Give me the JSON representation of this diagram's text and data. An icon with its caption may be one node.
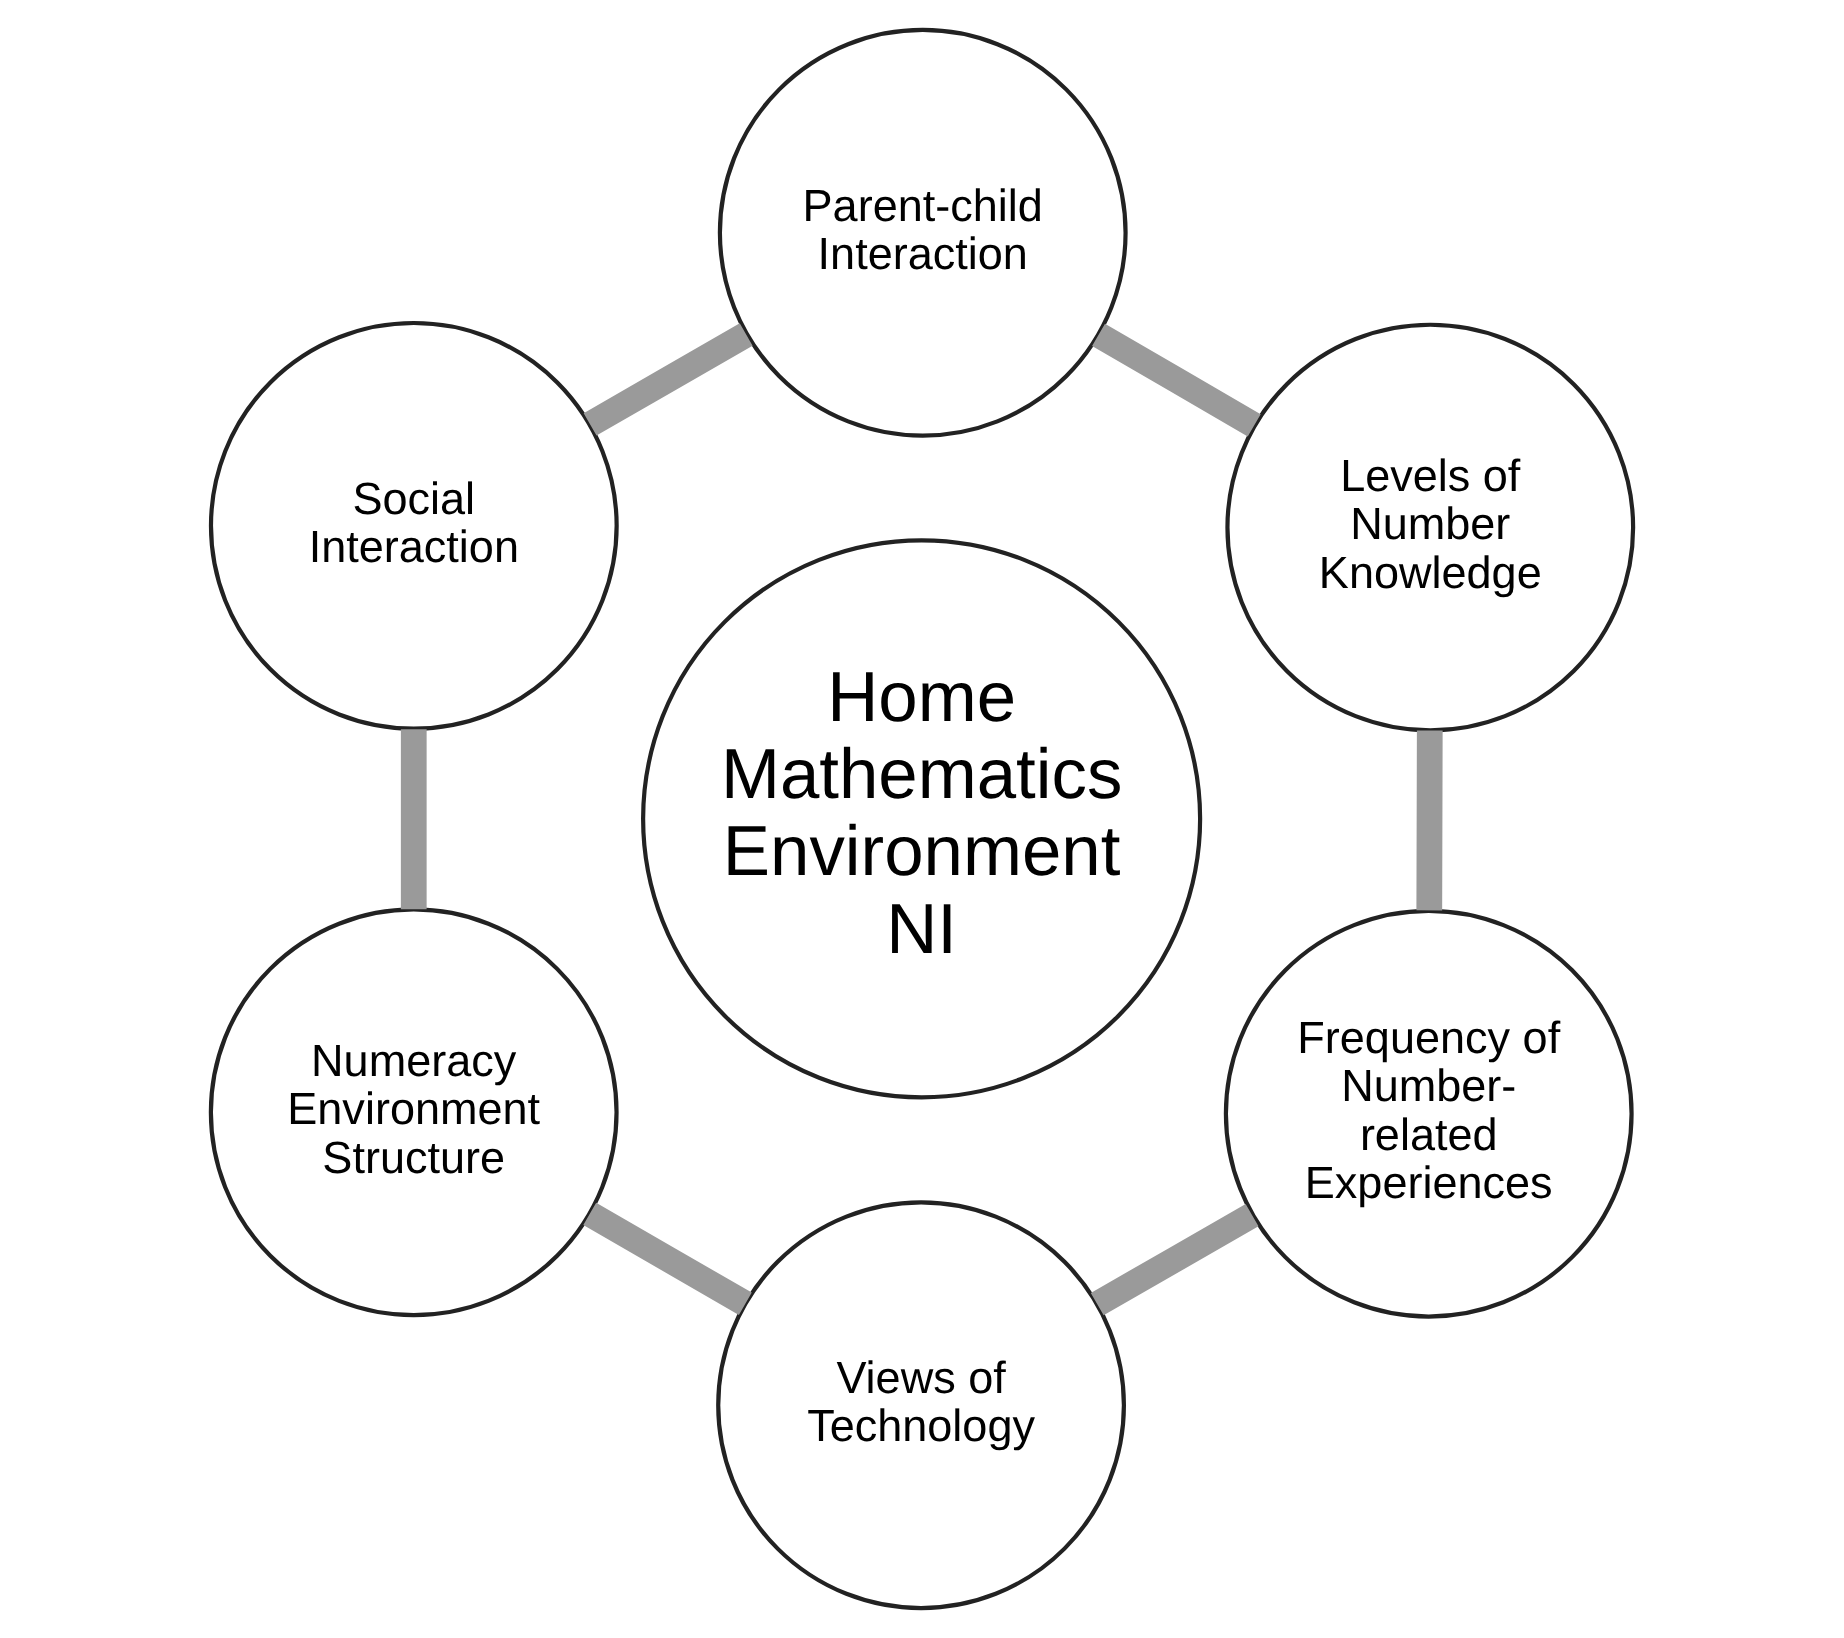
{
  "diagram": {
    "nodes": [
      {
        "text": [
          "Numeracy Environment Structure"
        ]
      },
      {
        "text": [
          "Views of Technology"
        ]
      },
      {
        "text": [
          "Frequency of Number-related Experiences"
        ]
      },
      {
        "text": [
          "Levels of Number Knowledge"
        ]
      },
      {
        "text": [
          "Parent-child Interaction"
        ]
      },
      {
        "text": [
          "Social Interaction"
        ]
      },
      {
        "text": [
          "Home Mathematics Environment NI"
        ]
      }
    ],
    "edges": [
      {
        "from": 0,
        "to": 1,
        "arrow": "none"
      },
      {
        "from": 1,
        "to": 2,
        "arrow": "none"
      },
      {
        "from": 2,
        "to": 3,
        "arrow": "none"
      },
      {
        "from": 3,
        "to": 4,
        "arrow": "none"
      },
      {
        "from": 4,
        "to": 5,
        "arrow": "none"
      },
      {
        "from": 5,
        "to": 0,
        "arrow": "none"
      }
    ]
  }
}
